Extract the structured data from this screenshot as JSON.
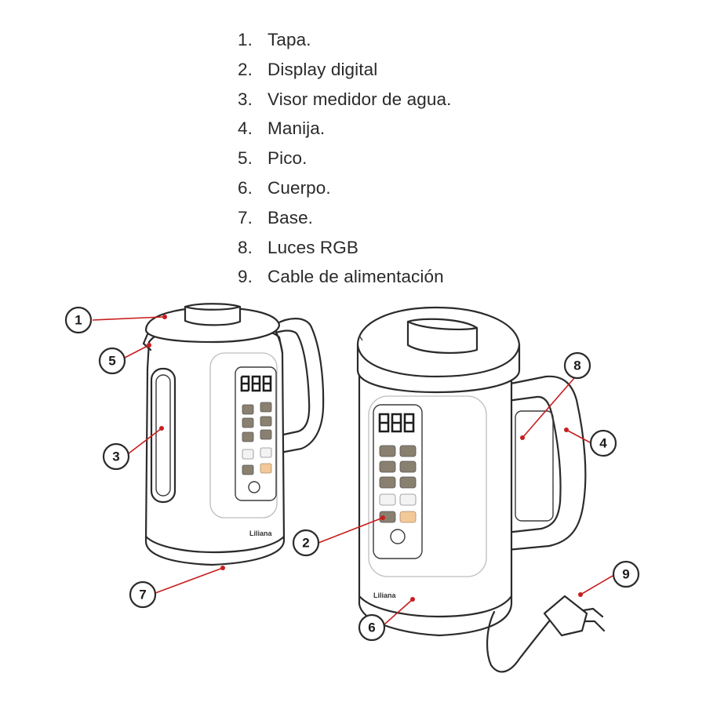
{
  "legend": [
    {
      "num": "1.",
      "label": "Tapa."
    },
    {
      "num": "2.",
      "label": "Display digital"
    },
    {
      "num": "3.",
      "label": "Visor medidor de agua."
    },
    {
      "num": "4.",
      "label": "Manija."
    },
    {
      "num": "5.",
      "label": "Pico."
    },
    {
      "num": "6.",
      "label": "Cuerpo."
    },
    {
      "num": "7.",
      "label": "Base."
    },
    {
      "num": "8.",
      "label": "Luces RGB"
    },
    {
      "num": "9.",
      "label": "Cable de alimentación"
    }
  ],
  "callouts": [
    "1",
    "2",
    "3",
    "4",
    "5",
    "6",
    "7",
    "8",
    "9"
  ],
  "brand": "Liliana",
  "colors": {
    "leader": "#c81e1e",
    "outline": "#2b2b2b",
    "button": "#8a8070",
    "button_highlight": "#f4c99a"
  }
}
